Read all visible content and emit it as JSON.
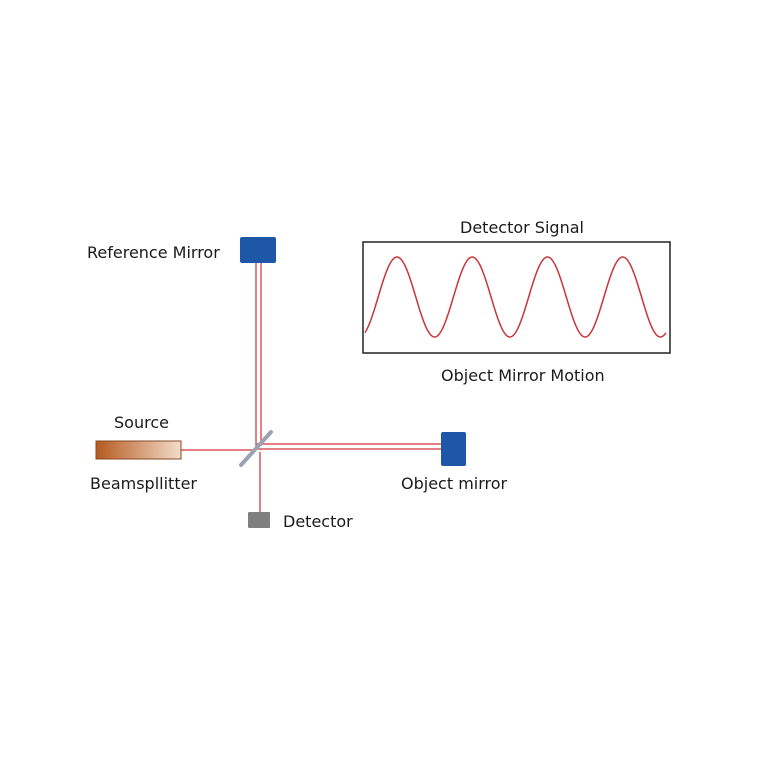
{
  "labels": {
    "reference_mirror": "Reference Mirror",
    "source": "Source",
    "beamsplitter": "Beamspllitter",
    "detector": "Detector",
    "object_mirror": "Object mirror",
    "signal_title": "Detector Signal",
    "signal_caption": "Object Mirror Motion"
  },
  "colors": {
    "beam": "#d9575a",
    "mirror": "#1e56a8",
    "source_dark": "#b55a1f",
    "source_light": "#f3dccb",
    "beamsplitter": "#9aa3b3",
    "detector": "#7f7f7f",
    "wave": "#c8353a",
    "frame": "#222222"
  },
  "signal": {
    "cycles": 4,
    "phase_start": "rising"
  }
}
